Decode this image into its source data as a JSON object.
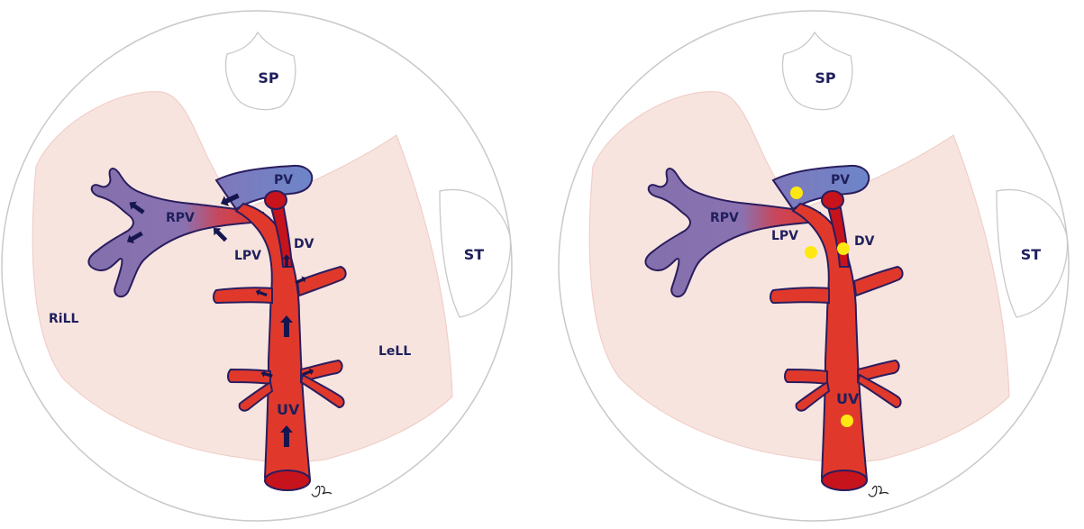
{
  "panels": [
    {
      "labels": {
        "sp": "SP",
        "st": "ST",
        "pv": "PV",
        "rpv": "RPV",
        "lpv": "LPV",
        "dv": "DV",
        "uv": "UV",
        "rill": "RiLL",
        "lell": "LeLL"
      },
      "signature": "Jb"
    },
    {
      "labels": {
        "sp": "SP",
        "st": "ST",
        "pv": "PV",
        "rpv": "RPV",
        "lpv": "LPV",
        "dv": "DV",
        "uv": "UV"
      },
      "signature": "Jb"
    }
  ],
  "colors": {
    "outline": "#c9c9c9",
    "liver": "#f8e4df",
    "vein_red": "#e0392c",
    "vein_dark_red": "#c7131c",
    "portal_blue": "#6f7fc4",
    "portal_purple": "#8872b0",
    "vessel_stroke": "#2a1d5e",
    "arrow": "#15154f",
    "marker": "#ffe812",
    "label": "#1f1f5c"
  }
}
